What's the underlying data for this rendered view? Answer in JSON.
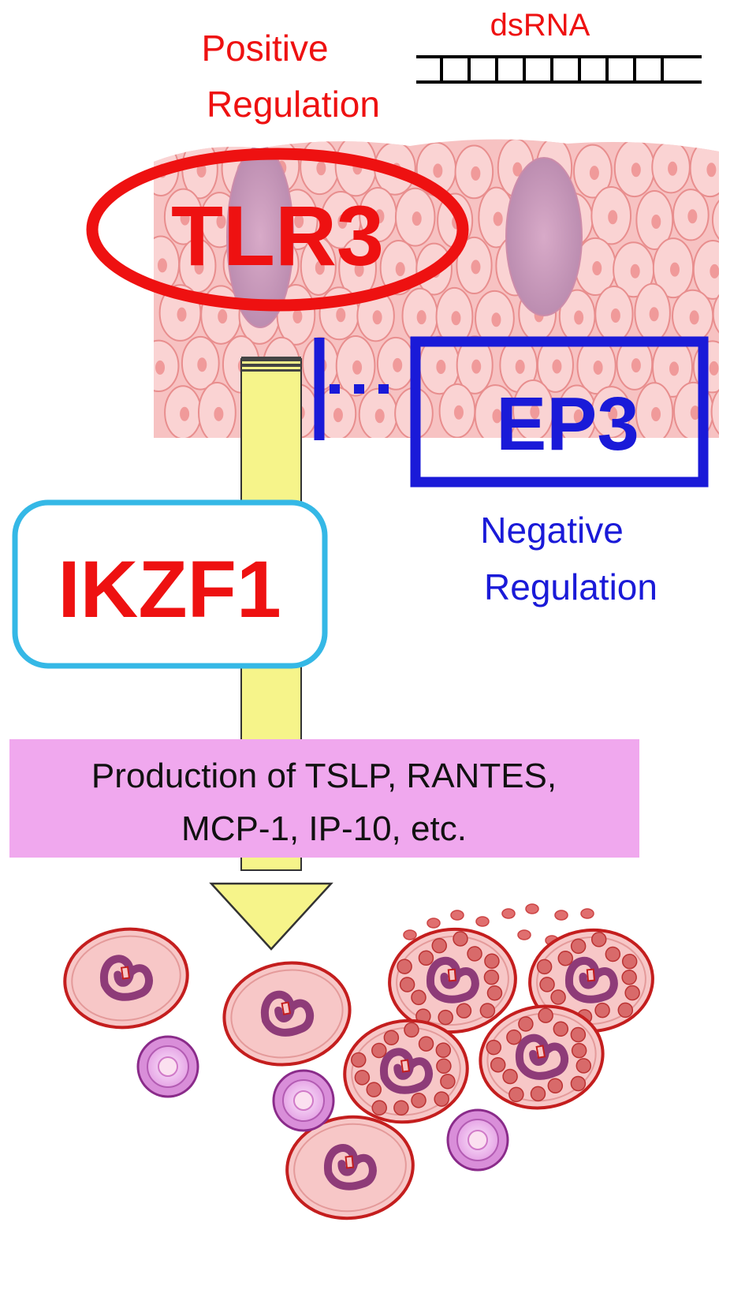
{
  "labels": {
    "positive_regulation_line1": "Positive",
    "positive_regulation_line2": "Regulation",
    "dsrna": "dsRNA",
    "tlr3": "TLR3",
    "ep3": "EP3",
    "negative_regulation_line1": "Negative",
    "negative_regulation_line2": "Regulation",
    "ikzf1": "IKZF1",
    "production_line1": "Production of TSLP, RANTES,",
    "production_line2": "MCP-1, IP-10, etc."
  },
  "colors": {
    "positive": "#ee1111",
    "negative": "#1a1ad8",
    "ikzf1_border": "#35b8e6",
    "arrow_fill": "#f6f48a",
    "production_box": "#f0a8ee",
    "tissue": "#f7c2c2"
  }
}
